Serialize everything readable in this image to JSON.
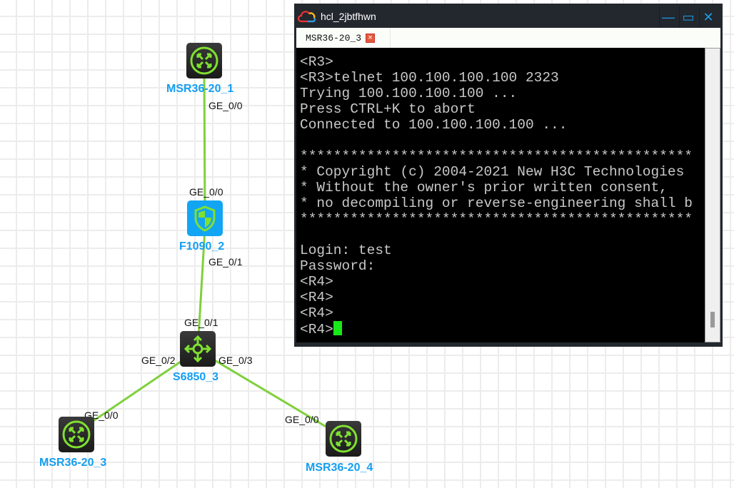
{
  "topology": {
    "devices": [
      {
        "name": "MSR36-20_1",
        "type": "router"
      },
      {
        "name": "F1090_2",
        "type": "firewall"
      },
      {
        "name": "S6850_3",
        "type": "switch"
      },
      {
        "name": "MSR36-20_3",
        "type": "router"
      },
      {
        "name": "MSR36-20_4",
        "type": "router"
      }
    ],
    "ports": {
      "r1_ge00": "GE_0/0",
      "fw_ge00": "GE_0/0",
      "fw_ge01": "GE_0/1",
      "sw_ge01": "GE_0/1",
      "sw_ge02": "GE_0/2",
      "sw_ge03": "GE_0/3",
      "r3_ge00": "GE_0/0",
      "r4_ge00": "GE_0/0"
    },
    "link_color": "#7fd03c"
  },
  "window": {
    "title": "hcl_2jbtfhwn",
    "tab": "MSR36-20_3",
    "minimize": "—",
    "maximize": "▭",
    "close": "✕",
    "lines": [
      "<R3>",
      "<R3>telnet 100.100.100.100 2323",
      "Trying 100.100.100.100 ...",
      "Press CTRL+K to abort",
      "Connected to 100.100.100.100 ...",
      "",
      "***********************************************",
      "* Copyright (c) 2004-2021 New H3C Technologies",
      "* Without the owner's prior written consent,",
      "* no decompiling or reverse-engineering shall b",
      "***********************************************",
      "",
      "Login: test",
      "Password:",
      "<R4>",
      "<R4>",
      "<R4>",
      "<R4>"
    ]
  }
}
